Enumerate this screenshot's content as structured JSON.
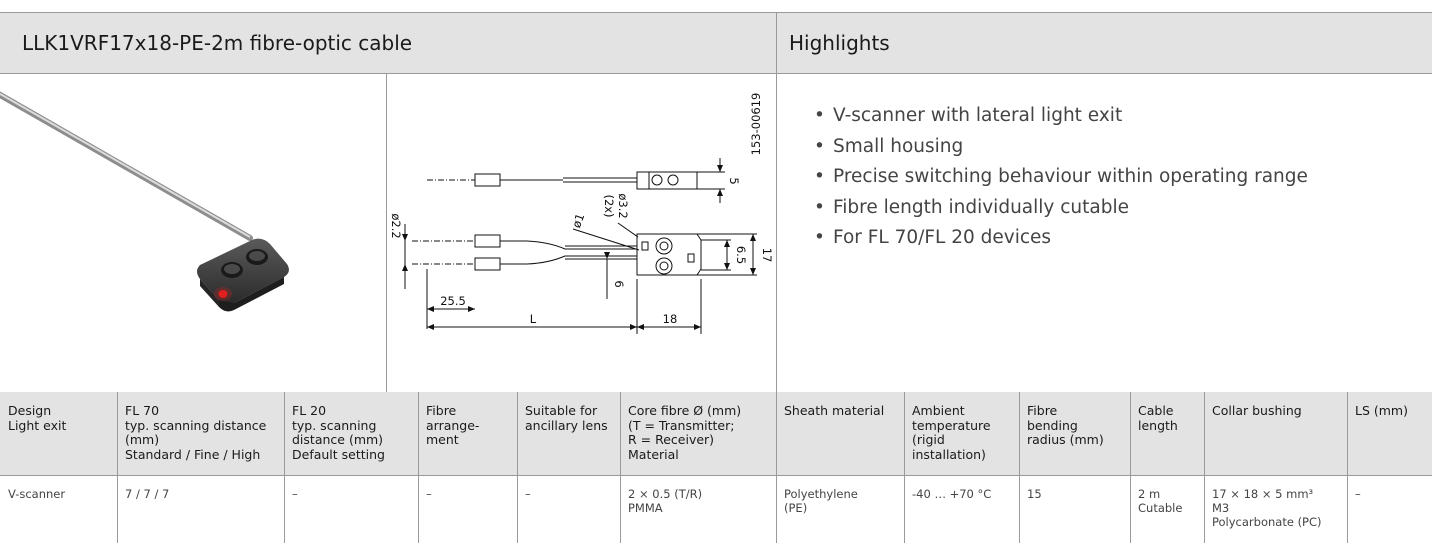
{
  "header": {
    "title": "LLK1VRF17x18-PE-2m fibre-optic cable",
    "highlights_title": "Highlights"
  },
  "drawing": {
    "part_no": "153-00619",
    "dims": {
      "d1": "5",
      "d2": "ø3.2",
      "d2b": "(2x)",
      "d3": "ø1",
      "d4": "ø2.2",
      "d5": "6.5",
      "d6": "17",
      "d7": "6",
      "d8": "25.5",
      "d9": "L",
      "d10": "18"
    }
  },
  "highlights": [
    "V-scanner with lateral light exit",
    "Small housing",
    "Precise switching behaviour within operating range",
    "Fibre length individually cutable",
    "For FL 70/FL 20 devices"
  ],
  "table": {
    "headers": [
      [
        "Design",
        "Light exit"
      ],
      [
        "FL 70",
        "typ. scanning distance",
        "(mm)",
        "Standard / Fine / High"
      ],
      [
        "FL 20",
        "typ. scanning",
        "distance (mm)",
        "Default setting"
      ],
      [
        "Fibre",
        "arrange-",
        "ment"
      ],
      [
        "Suitable for",
        "ancillary lens"
      ],
      [
        "Core fibre Ø (mm)",
        "(T = Transmitter;",
        "R = Receiver)",
        "Material"
      ],
      [
        "Sheath material"
      ],
      [
        "Ambient",
        "temperature",
        "(rigid",
        "installation)"
      ],
      [
        "Fibre",
        "bending",
        "radius (mm)"
      ],
      [
        "Cable",
        "length"
      ],
      [
        "Collar bushing"
      ],
      [
        "LS (mm)"
      ]
    ],
    "row": [
      [
        "V-scanner"
      ],
      [
        "7 / 7 / 7"
      ],
      [
        "–"
      ],
      [
        "–"
      ],
      [
        "–"
      ],
      [
        "2 × 0.5 (T/R)",
        "PMMA"
      ],
      [
        "Polyethylene",
        "(PE)"
      ],
      [
        "-40 … +70 °C"
      ],
      [
        "15"
      ],
      [
        "2 m",
        "Cutable"
      ],
      [
        "17 × 18 × 5 mm³",
        "M3",
        "Polycarbonate (PC)"
      ],
      [
        "–"
      ]
    ]
  },
  "colors": {
    "header_bg": "#e3e3e3",
    "border": "#9a9a9a",
    "housing": "#3a3a3a",
    "led": "#e0201e"
  }
}
